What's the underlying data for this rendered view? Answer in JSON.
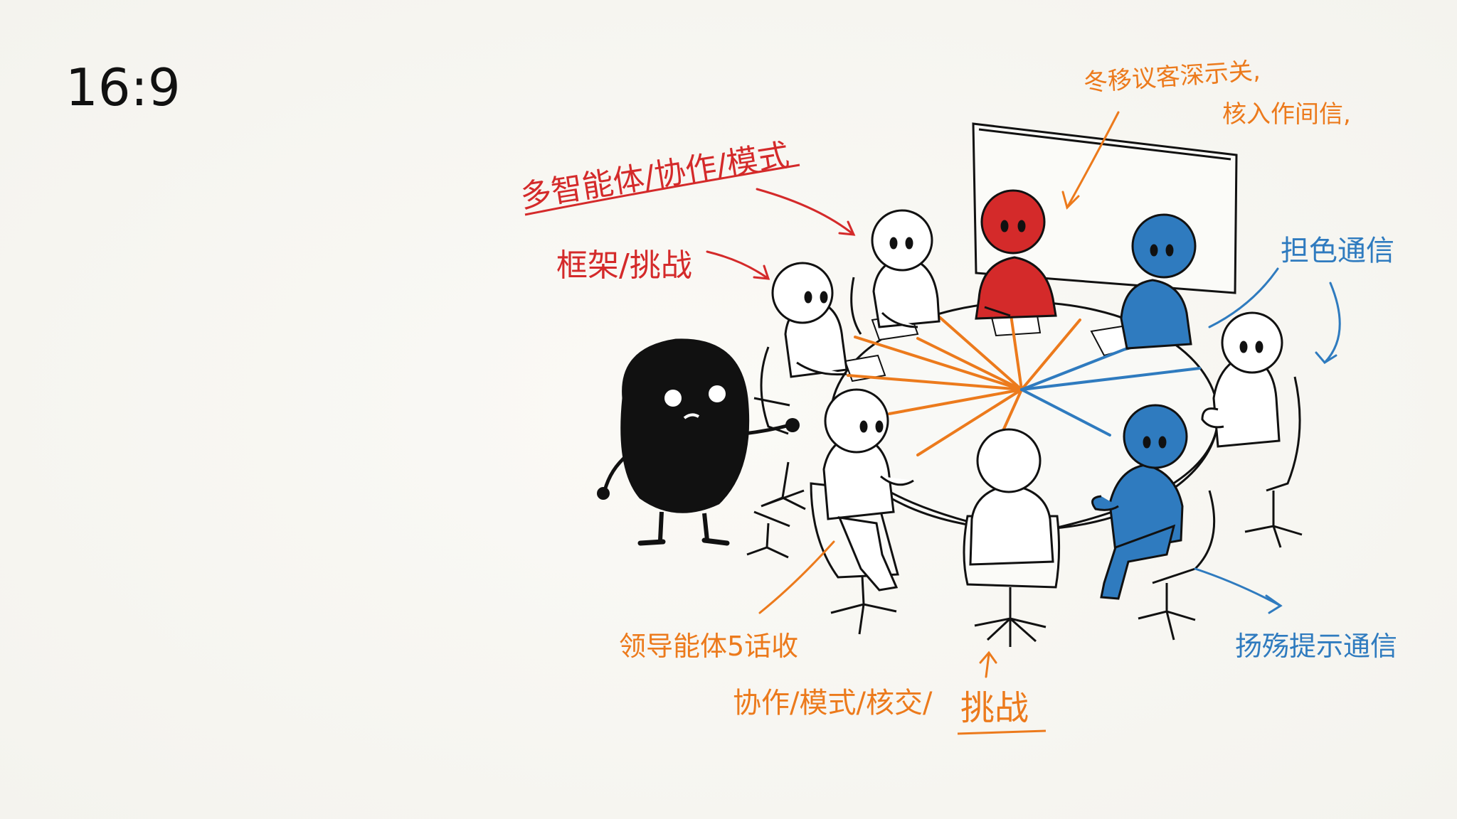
{
  "aspect_label": "16:9",
  "labels": {
    "title": "多智能体/协作/模式",
    "framework": "框架/挑战",
    "top_right": [
      "冬移议客深示关,",
      "核入作间信,"
    ],
    "right_comm": "担色通信",
    "bottom_right": "扬殇提示通信",
    "bottom_left": "领导能体5话收",
    "bottom_center": "协作/模式/核交/",
    "bottom_center_emph": "挑战"
  },
  "colors": {
    "red": "#d42a2a",
    "orange": "#ec7a1c",
    "blue": "#2f7bbf",
    "ink": "#111111"
  }
}
